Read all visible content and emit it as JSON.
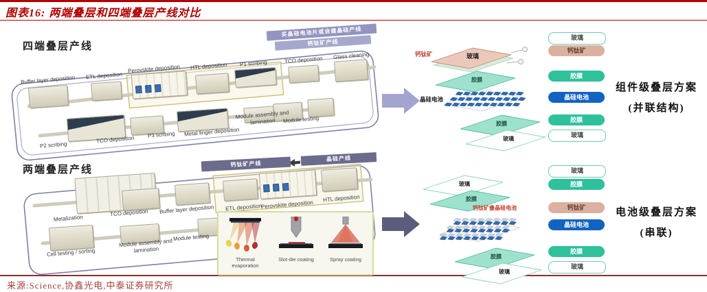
{
  "header": {
    "title": "图表16: 两端叠层和四端叠层产线对比"
  },
  "footer": {
    "source": "来源:Science,协鑫光电,中泰证券研究所"
  },
  "four_end_line": {
    "title": "四端叠层产线",
    "banners": [
      "买晶硅电池片或自建晶硅产线",
      "钙钛矿产线"
    ],
    "row1": [
      "Buffer layer deposition",
      "ETL deposition",
      "Perovskite deposition",
      "HTL deposition",
      "P1 scribing",
      "TCO deposition",
      "Glass cleaning"
    ],
    "row2": [
      "P2 scribing",
      "TCO deposition",
      "P3 scribing",
      "Metal finger deposition",
      "Module assembly and lamination",
      "Module testing"
    ]
  },
  "two_end_line": {
    "title": "两端叠层产线",
    "banner_left": "钙钛矿产线",
    "banner_right": "晶硅产线",
    "row1": [
      "Metalization",
      "TCO deposition",
      "Buffer layer deposition",
      "ETL deposition",
      "Perovskite deposition",
      "HTL deposition"
    ],
    "row2": [
      "Cell testing / sorting",
      "Module assembly and lamination",
      "Module testing"
    ],
    "coating_methods": [
      "Thermal evaporation",
      "Slot-die coating",
      "Spray coating"
    ]
  },
  "module_stack": {
    "perovskite_label": "钙钛矿",
    "glass_top": "玻璃",
    "film_top": "胶膜",
    "silicon_label": "晶硅电池",
    "film_bottom": "胶膜",
    "glass_bottom": "玻璃"
  },
  "cell_stack": {
    "glass_top": "玻璃",
    "film_top": "胶膜",
    "tandem_label": "钙钛矿叠晶硅电池",
    "film_bottom": "胶膜",
    "glass_bottom": "玻璃"
  },
  "legend_module": {
    "items": [
      {
        "label": "玻璃",
        "type": "glass"
      },
      {
        "label": "钙钛矿",
        "type": "perovskite"
      },
      {
        "label": "胶膜",
        "type": "film"
      },
      {
        "label": "晶硅电池",
        "type": "silicon"
      },
      {
        "label": "胶膜",
        "type": "film"
      },
      {
        "label": "玻璃",
        "type": "glass"
      }
    ]
  },
  "legend_cell": {
    "items": [
      {
        "label": "玻璃",
        "type": "glass"
      },
      {
        "label": "胶膜",
        "type": "film"
      },
      {
        "label": "钙钛矿",
        "type": "perovskite"
      },
      {
        "label": "晶硅电池",
        "type": "silicon"
      },
      {
        "label": "胶膜",
        "type": "film"
      },
      {
        "label": "玻璃",
        "type": "glass"
      }
    ]
  },
  "captions": {
    "module": {
      "line1": "组件级叠层方案",
      "line2": "(并联结构)"
    },
    "cell": {
      "line1": "电池级叠层方案",
      "line2": "(串联)"
    }
  },
  "colors": {
    "accent_red": "#c00000",
    "banner_light": "#9394bf",
    "banner_dark": "#6b6b8c",
    "arrow_light": "#a3a5cf",
    "arrow_dark": "#5e5c7c",
    "film_teal": "#2fc09c",
    "silicon_blue": "#1263c2",
    "perovskite_salmon": "#dcb09f"
  }
}
